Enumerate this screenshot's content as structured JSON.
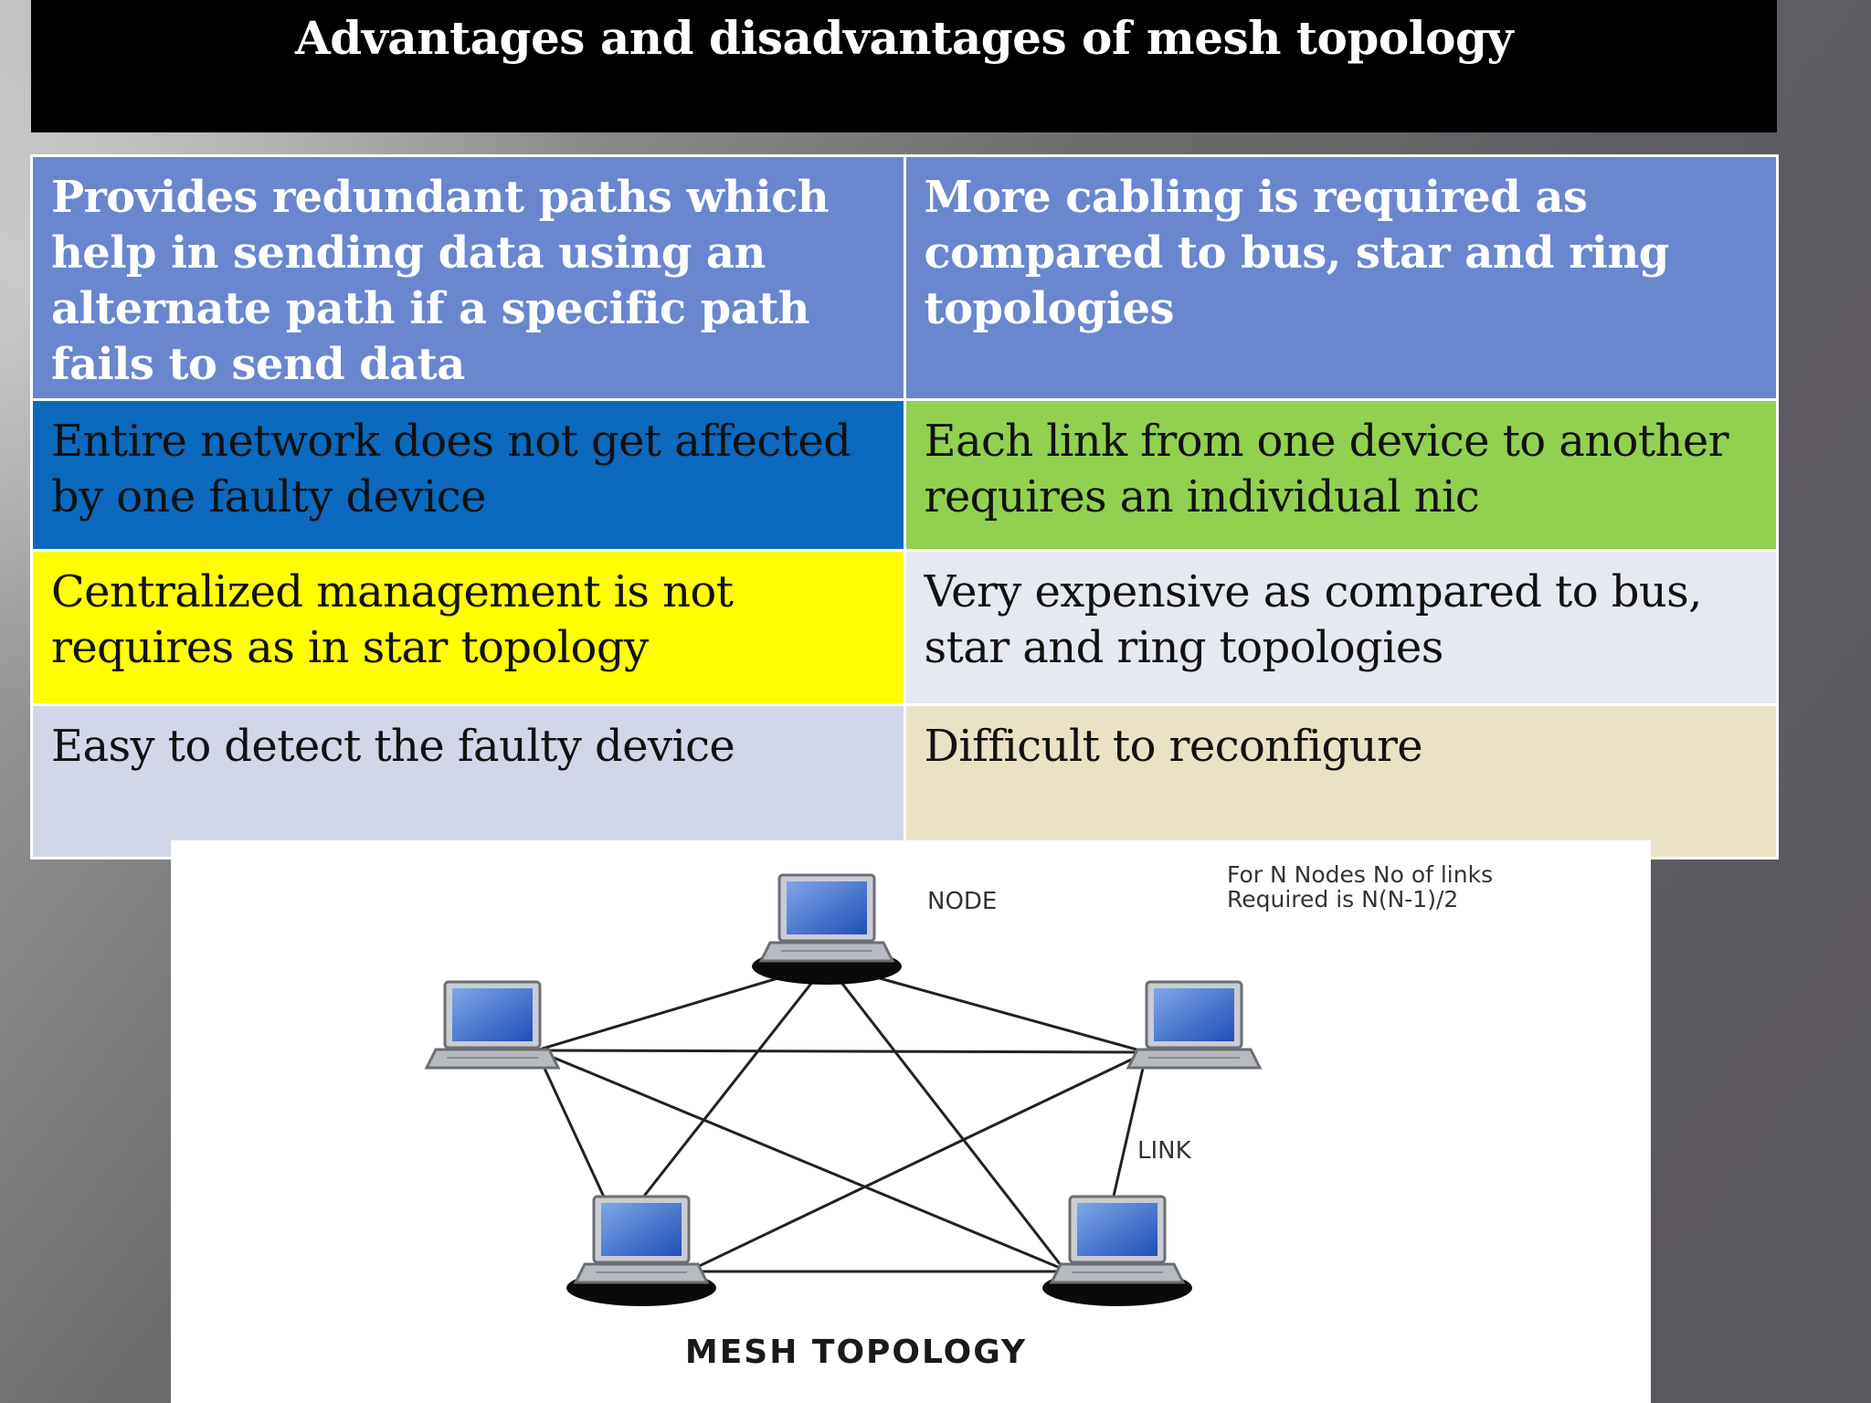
{
  "title": "Advantages and disadvantages of mesh topology",
  "table": {
    "rows": [
      {
        "advantage": "Provides redundant paths which help in sending data using an alternate path if a specific path fails to send data",
        "disadvantage": "More cabling is required as compared to bus, star and ring topologies"
      },
      {
        "advantage": "Entire network does not get affected by one faulty device",
        "disadvantage": "Each link from one device to another requires an individual nic"
      },
      {
        "advantage": "Centralized management is not requires as in star topology",
        "disadvantage": "Very expensive as compared to bus, star and ring topologies"
      },
      {
        "advantage": "Easy to detect the faulty device",
        "disadvantage": "Difficult to reconfigure"
      }
    ]
  },
  "diagram": {
    "node_label": "NODE",
    "link_label": "LINK",
    "formula_line1": "For N Nodes No of links",
    "formula_line2": "Required is N(N-1)/2",
    "caption": "MESH TOPOLOGY"
  },
  "colors": {
    "header_row": "#6a86cf",
    "entire_network_cell": "#0b69be",
    "each_link_cell": "#92d050",
    "centralized_cell": "#ffff00"
  }
}
